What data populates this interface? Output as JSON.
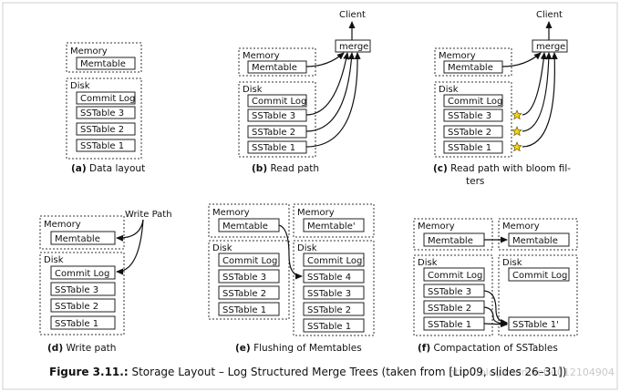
{
  "labels": {
    "memory": "Memory",
    "disk": "Disk",
    "memtable": "Memtable",
    "memtable_prime": "Memtable'",
    "commit_log": "Commit Log",
    "commit_log_prime": "Commit Log'",
    "sstable1": "SSTable 1",
    "sstable2": "SSTable 2",
    "sstable3": "SSTable 3",
    "sstable4": "SSTable 4",
    "sstable1_prime": "SSTable 1'",
    "merge": "merge",
    "client": "Client",
    "write_path": "Write Path"
  },
  "captions": {
    "a": {
      "letter": "(a)",
      "text": "Data layout"
    },
    "b": {
      "letter": "(b)",
      "text": "Read path"
    },
    "c": {
      "letter": "(c)",
      "text": "Read path with bloom fil-",
      "line2": "ters"
    },
    "d": {
      "letter": "(d)",
      "text": "Write path"
    },
    "e": {
      "letter": "(e)",
      "text": "Flushing of Memtables"
    },
    "f": {
      "letter": "(f)",
      "text": "Compactation of SSTables"
    }
  },
  "figure_caption": {
    "label": "Figure 3.11.:",
    "text": "Storage Layout – Log Structured Merge Trees (taken from [Lip09, slides 26–31])"
  },
  "watermark": "http://blog.csdn.net/u012104904",
  "colors": {
    "star": "#f2d21b",
    "star_stroke": "#6b5a00"
  }
}
